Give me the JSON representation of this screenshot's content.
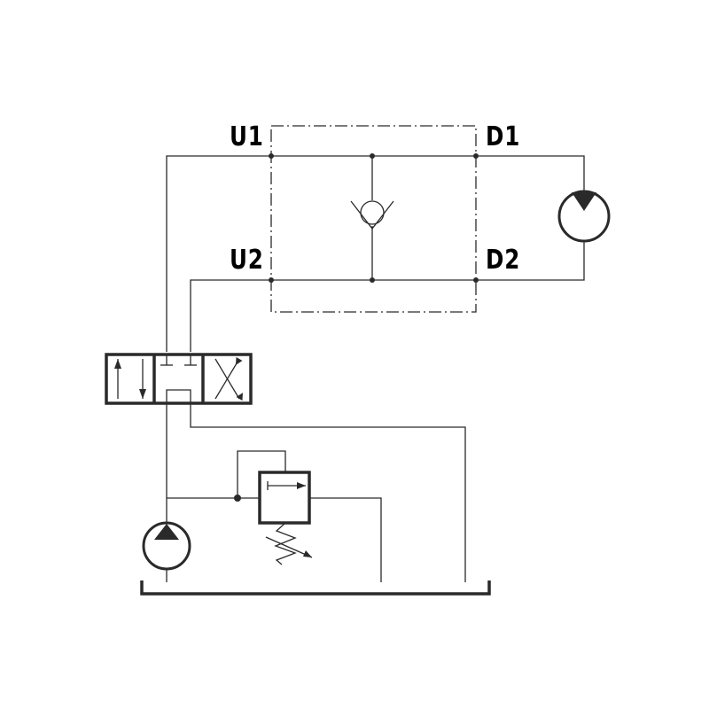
{
  "ports": {
    "u1": "U1",
    "u2": "U2",
    "d1": "D1",
    "d2": "D2"
  },
  "colors": {
    "line": "#2a2a2a",
    "background": "#ffffff"
  },
  "icons": {
    "check_valve": "check-valve-icon",
    "hydraulic_motor": "hydraulic-motor-icon",
    "hydraulic_pump": "hydraulic-pump-icon",
    "directional_valve": "directional-valve-icon",
    "relief_valve": "relief-valve-icon",
    "tank": "tank-icon"
  }
}
